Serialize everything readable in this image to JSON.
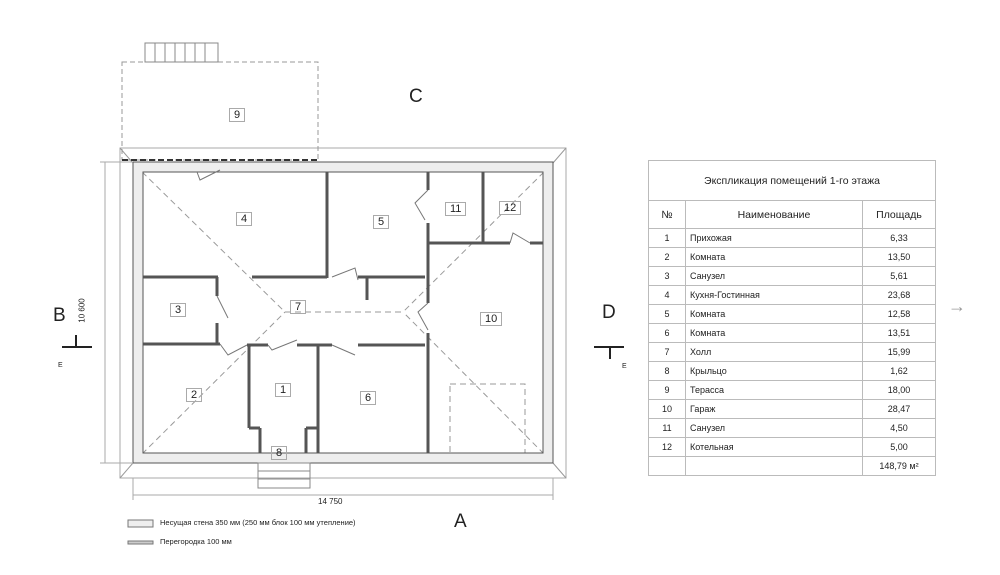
{
  "plan": {
    "rooms": [
      {
        "n": "1"
      },
      {
        "n": "2"
      },
      {
        "n": "3"
      },
      {
        "n": "4"
      },
      {
        "n": "5"
      },
      {
        "n": "6"
      },
      {
        "n": "7"
      },
      {
        "n": "8"
      },
      {
        "n": "9"
      },
      {
        "n": "10"
      },
      {
        "n": "11"
      },
      {
        "n": "12"
      }
    ],
    "dim_width": "14 750",
    "dim_height": "10 600",
    "facades": {
      "a": "A",
      "b": "B",
      "c": "C",
      "d": "D"
    },
    "section_mark": "E",
    "legend": {
      "bearing_wall": "Несущая стена 350 мм (250 мм блок 100 мм утепление)",
      "partition": "Перегородка 100 мм"
    },
    "next_arrow": "→"
  },
  "table": {
    "title": "Экспликация помещений 1-го этажа",
    "headers": [
      "№",
      "Наименование",
      "Площадь"
    ],
    "rows": [
      [
        "1",
        "Прихожая",
        "6,33"
      ],
      [
        "2",
        "Комната",
        "13,50"
      ],
      [
        "3",
        "Санузел",
        "5,61"
      ],
      [
        "4",
        "Кухня-Гостинная",
        "23,68"
      ],
      [
        "5",
        "Комната",
        "12,58"
      ],
      [
        "6",
        "Комната",
        "13,51"
      ],
      [
        "7",
        "Холл",
        "15,99"
      ],
      [
        "8",
        "Крыльцо",
        "1,62"
      ],
      [
        "9",
        "Терасса",
        "18,00"
      ],
      [
        "10",
        "Гараж",
        "28,47"
      ],
      [
        "11",
        "Санузел",
        "4,50"
      ],
      [
        "12",
        "Котельная",
        "5,00"
      ]
    ],
    "total": "148,79 м²"
  }
}
